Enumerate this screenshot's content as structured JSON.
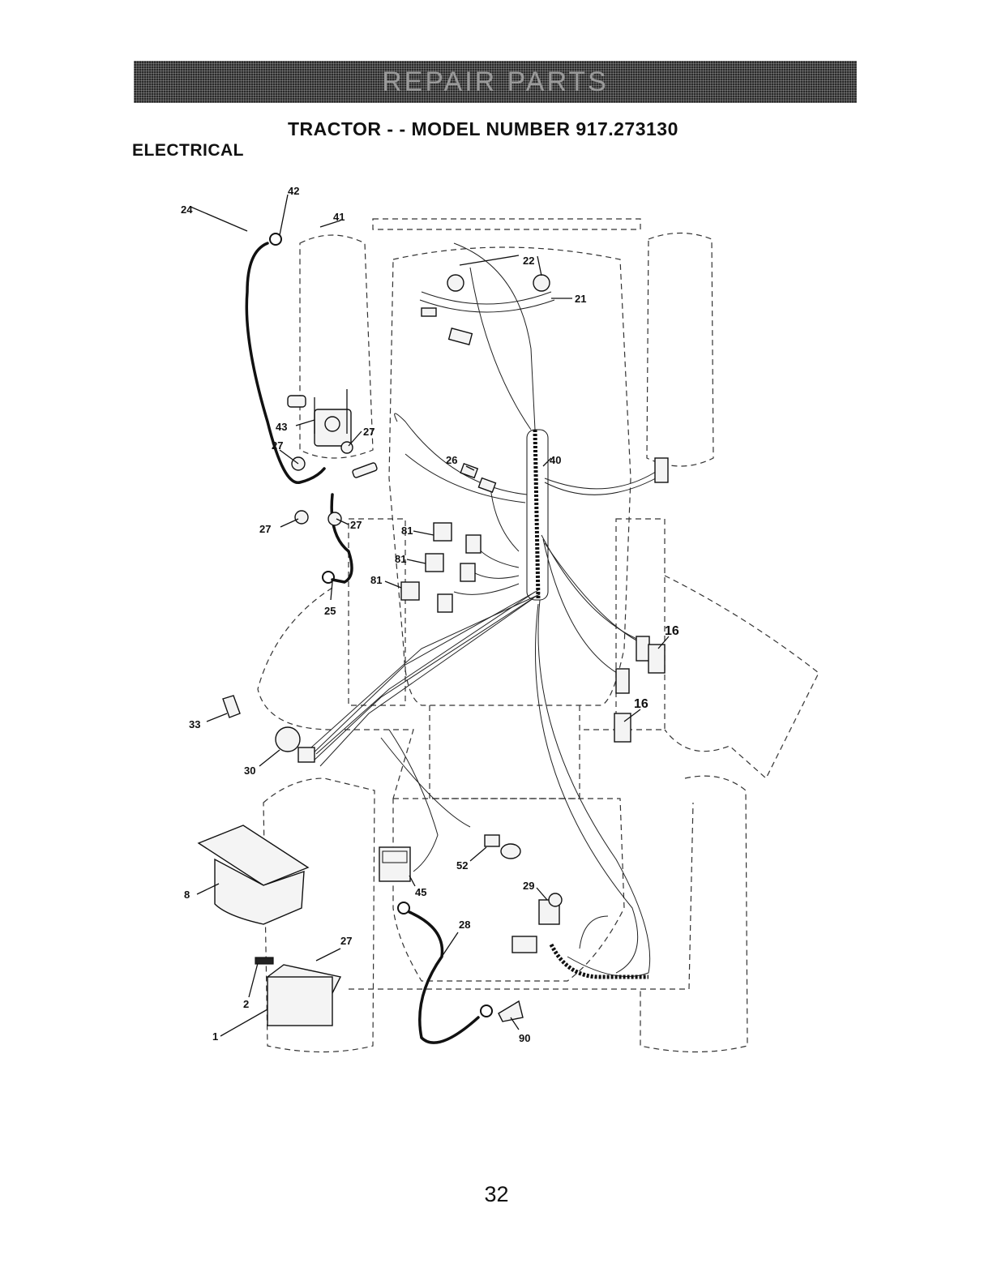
{
  "header": {
    "banner": "REPAIR PARTS",
    "title": "TRACTOR - - MODEL NUMBER 917.273130",
    "section": "ELECTRICAL"
  },
  "callouts": {
    "c1": "1",
    "c2": "2",
    "c8": "8",
    "c16a": "16",
    "c16b": "16",
    "c21": "21",
    "c22": "22",
    "c24": "24",
    "c25": "25",
    "c26": "26",
    "c27a": "27",
    "c27b": "27",
    "c27c": "27",
    "c27d": "27",
    "c27e": "27",
    "c28": "28",
    "c29": "29",
    "c30": "30",
    "c33": "33",
    "c40": "40",
    "c41": "41",
    "c42": "42",
    "c43": "43",
    "c45": "45",
    "c52": "52",
    "c81a": "81",
    "c81b": "81",
    "c81c": "81",
    "c90": "90"
  },
  "footer": {
    "page_number": "32"
  }
}
